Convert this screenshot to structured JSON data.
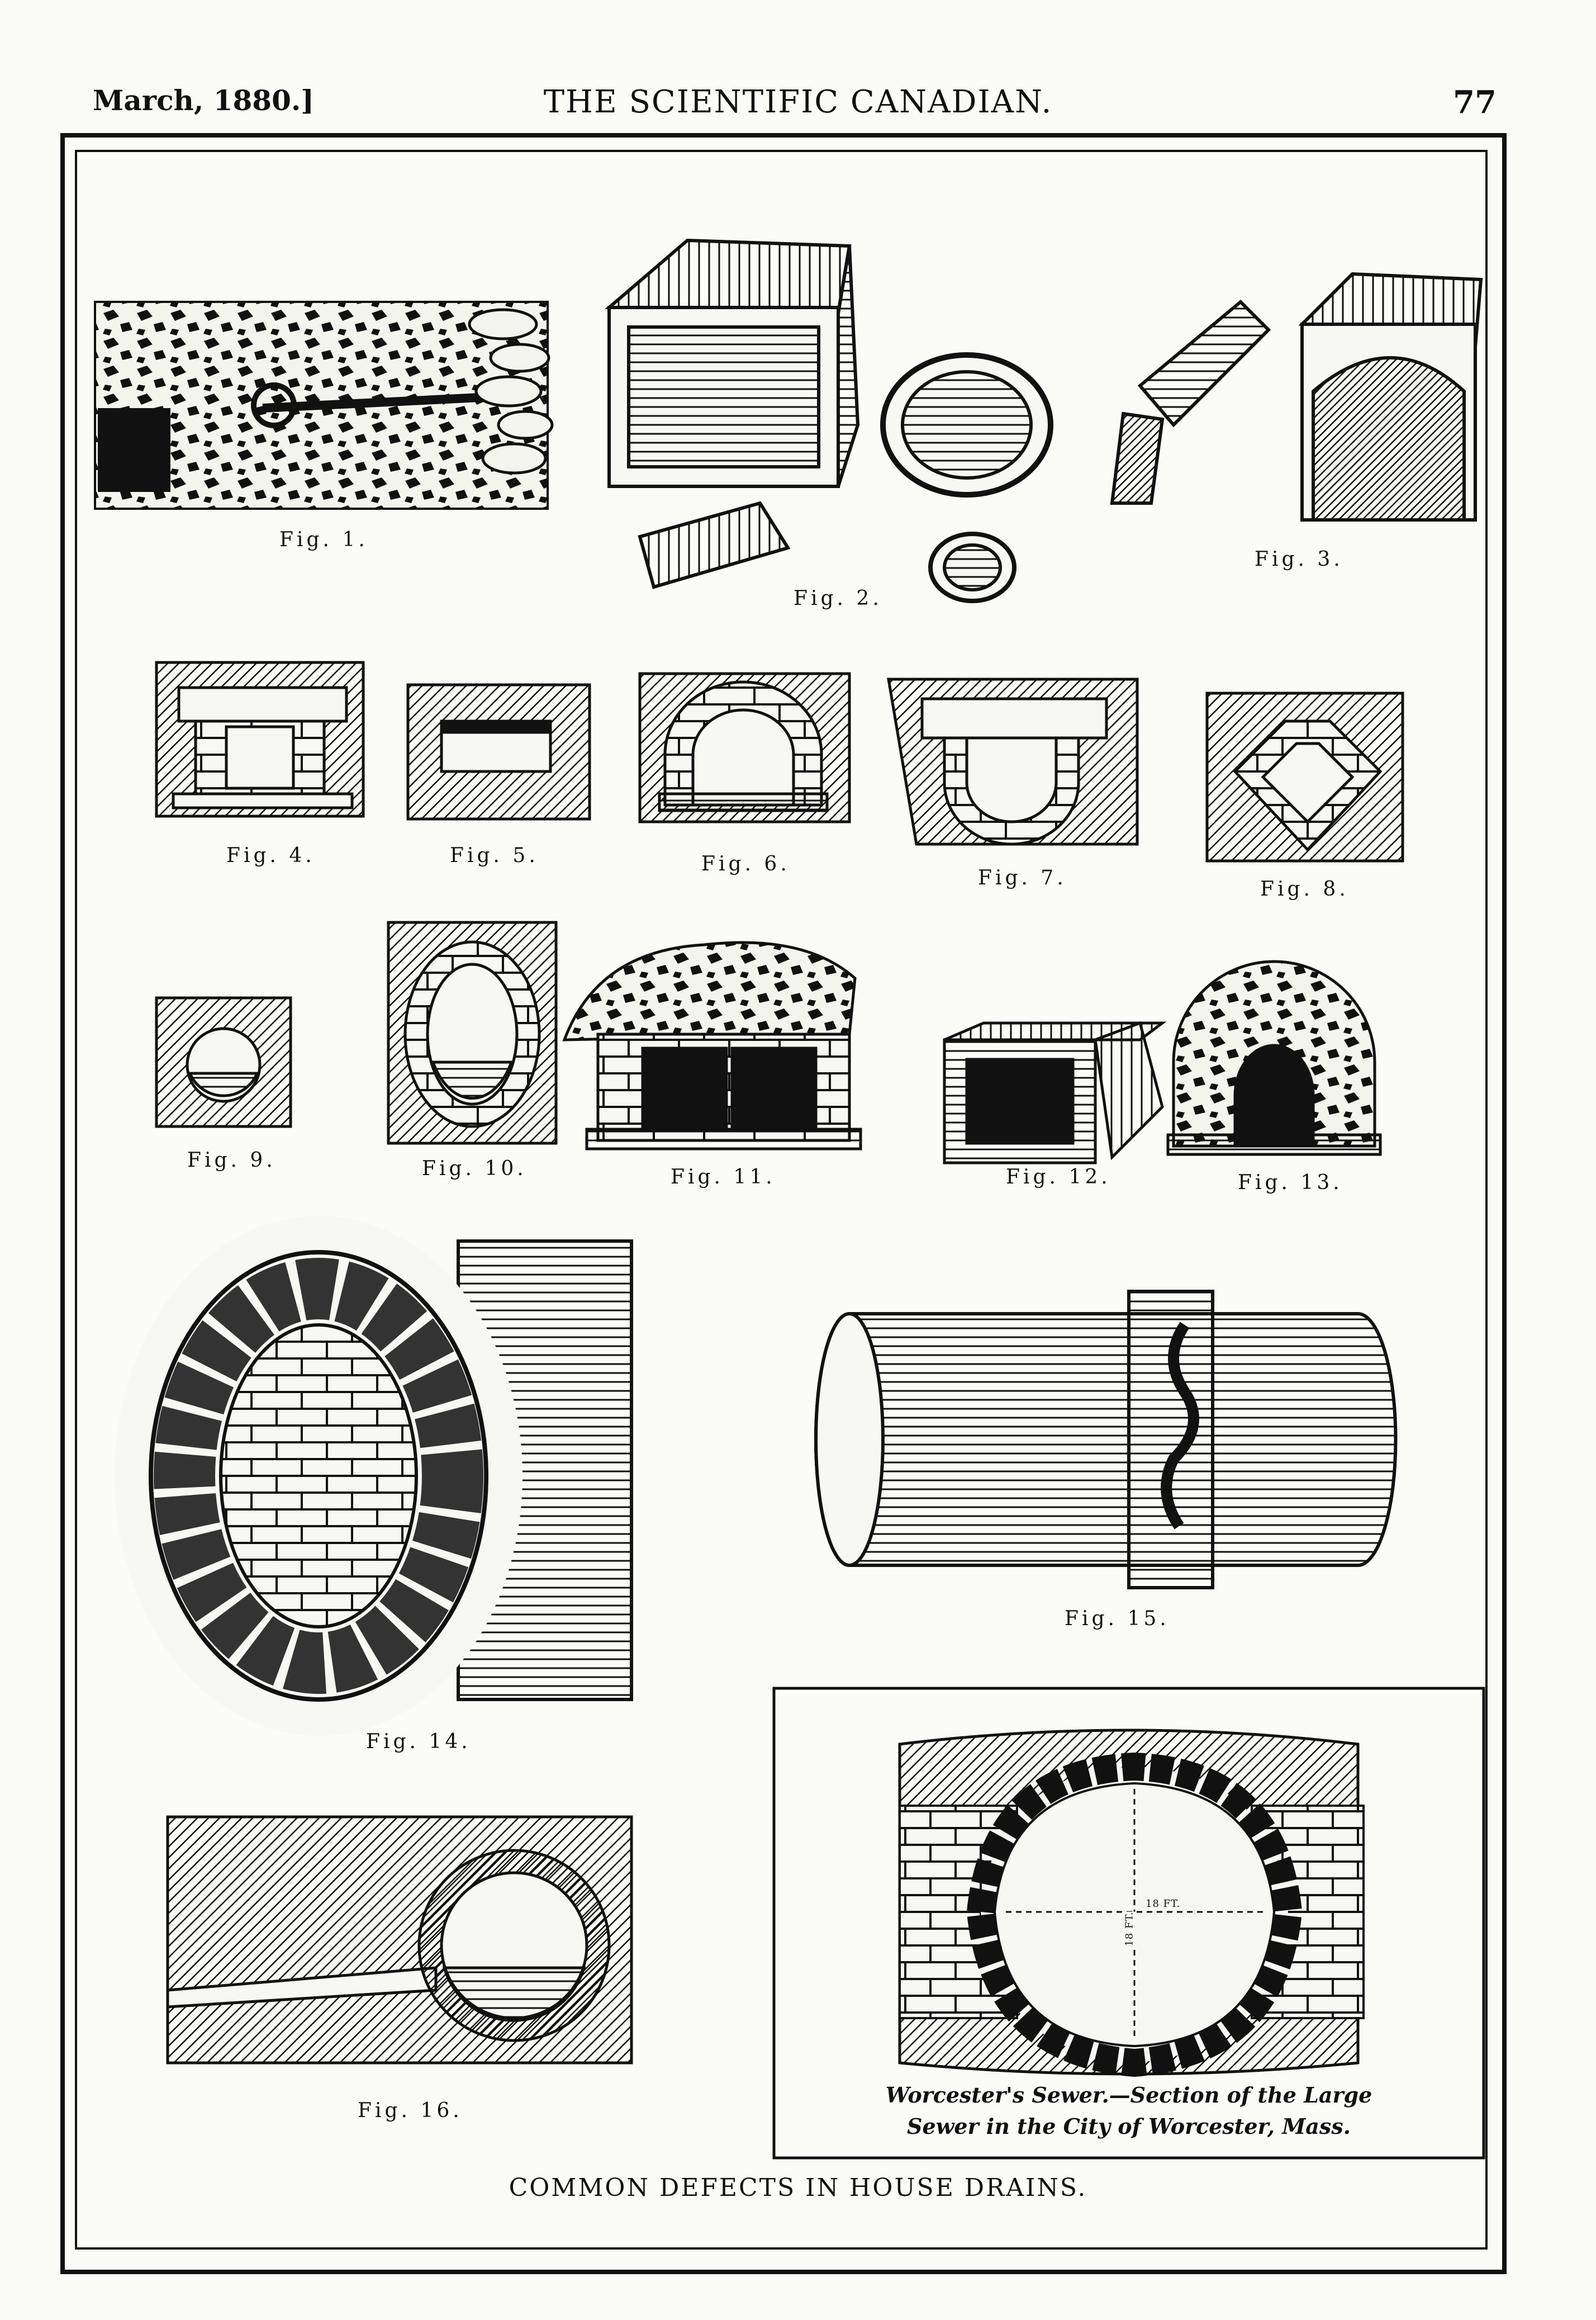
{
  "header": {
    "date": "March, 1880.]",
    "title": "THE SCIENTIFIC CANADIAN.",
    "page_number": "77"
  },
  "figures": {
    "fig1": "Fig. 1.",
    "fig2": "Fig. 2.",
    "fig3": "Fig. 3.",
    "fig4": "Fig. 4.",
    "fig5": "Fig. 5.",
    "fig6": "Fig. 6.",
    "fig7": "Fig. 7.",
    "fig8": "Fig. 8.",
    "fig9": "Fig. 9.",
    "fig10": "Fig. 10.",
    "fig11": "Fig. 11.",
    "fig12": "Fig. 12.",
    "fig13": "Fig. 13.",
    "fig14": "Fig. 14.",
    "fig15": "Fig. 15.",
    "fig16": "Fig. 16."
  },
  "inset": {
    "dimension_h": "18 FT.",
    "dimension_v": "18 FT.",
    "caption_line1": "Worcester's Sewer.—Section of the Large",
    "caption_line2": "Sewer in the City of Worcester, Mass."
  },
  "caption": "COMMON DEFECTS IN HOUSE DRAINS."
}
